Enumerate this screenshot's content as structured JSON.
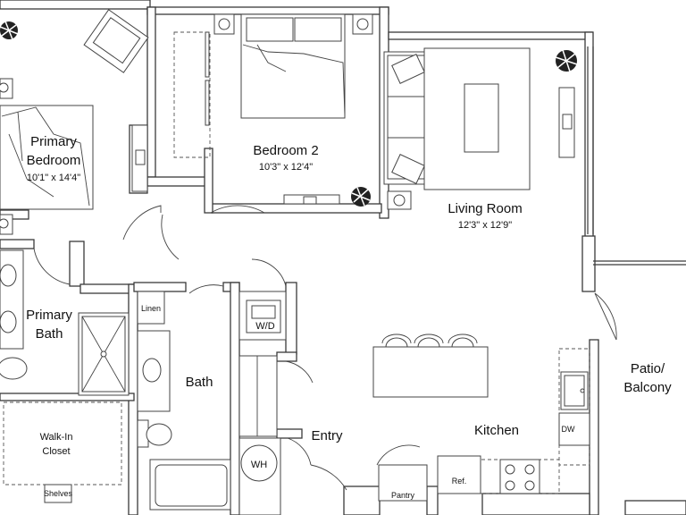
{
  "rooms": {
    "primary_bedroom": {
      "name_line1": "Primary",
      "name_line2": "Bedroom",
      "dims": "10'1\" x 14'4\""
    },
    "bedroom2": {
      "name": "Bedroom 2",
      "dims": "10'3\" x 12'4\""
    },
    "living_room": {
      "name": "Living Room",
      "dims": "12'3\" x 12'9\""
    },
    "primary_bath": {
      "name_line1": "Primary",
      "name_line2": "Bath"
    },
    "bath": {
      "name": "Bath"
    },
    "entry": {
      "name": "Entry"
    },
    "kitchen": {
      "name": "Kitchen"
    },
    "patio": {
      "name_line1": "Patio/",
      "name_line2": "Balcony"
    },
    "walk_in_closet": {
      "name_line1": "Walk-In",
      "name_line2": "Closet"
    }
  },
  "fixtures": {
    "linen": "Linen",
    "wd": "W/D",
    "wh": "WH",
    "pantry": "Pantry",
    "ref": "Ref.",
    "dw": "DW",
    "shelves": "Shelves"
  },
  "icons": [
    "plant-icon",
    "armchair-icon",
    "bed-icon",
    "sofa-icon",
    "tv-icon",
    "sink-icon",
    "toilet-icon",
    "tub-icon",
    "shower-icon",
    "stove-icon",
    "stool-icon"
  ]
}
